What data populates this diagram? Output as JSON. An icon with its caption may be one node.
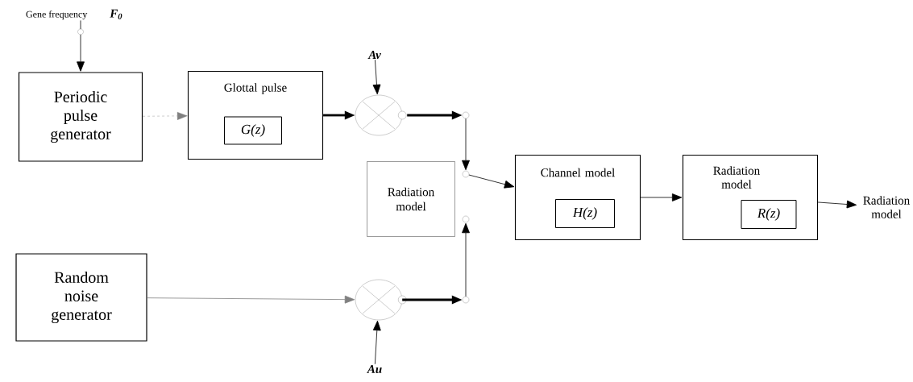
{
  "diagram": {
    "nodes": [
      {
        "text": [
          "Gene frequency",
          "F$_{0}$"
        ]
      },
      {
        "text": [
          "Periodic pulse generator"
        ]
      },
      {
        "text": [
          "Glottal pulse"
        ]
      },
      {
        "text": [
          "G(z)"
        ],
        "in": 2
      },
      {
        "text": [],
        "shape": "circle"
      },
      {
        "text": [
          "Av"
        ]
      },
      {
        "text": [],
        "shape": "circle"
      },
      {
        "text": [],
        "shape": "circle"
      },
      {
        "text": [],
        "shape": "circle"
      },
      {
        "text": [],
        "shape": "circle"
      },
      {
        "text": [
          "Radiation model"
        ]
      },
      {
        "text": [
          "Random noise generator"
        ]
      },
      {
        "text": [],
        "shape": "circle"
      },
      {
        "text": [
          "Au"
        ]
      },
      {
        "text": [
          "Channel model"
        ]
      },
      {
        "text": [
          "H(z)"
        ],
        "in": 14
      },
      {
        "text": [
          "Radiation model"
        ]
      },
      {
        "text": [
          "R(z)"
        ],
        "in": 16
      },
      {
        "text": [
          "Radiation model"
        ]
      }
    ],
    "edges": [
      {
        "from": 0,
        "to": 1,
        "arrow": "to"
      },
      {
        "from": 1,
        "to": 2,
        "arrow": "to",
        "style": "dashed",
        "color": "#808080"
      },
      {
        "from": 2,
        "to": 4,
        "arrow": "to",
        "style": "thick"
      },
      {
        "from": 5,
        "to": 4,
        "arrow": "to"
      },
      {
        "from": 4,
        "to": 6,
        "arrow": "to",
        "style": "thick"
      },
      {
        "from": 6,
        "to": 7,
        "arrow": "to"
      },
      {
        "from": 7,
        "to": 14,
        "arrow": "to"
      },
      {
        "from": 9,
        "to": 8,
        "arrow": "to"
      },
      {
        "from": 11,
        "to": 12,
        "arrow": "to",
        "color": "#808080"
      },
      {
        "from": 13,
        "to": 12,
        "arrow": "to"
      },
      {
        "from": 12,
        "to": 9,
        "arrow": "to",
        "style": "thick"
      },
      {
        "from": 14,
        "to": 16,
        "arrow": "to"
      },
      {
        "from": 16,
        "to": 18,
        "arrow": "to"
      }
    ]
  }
}
